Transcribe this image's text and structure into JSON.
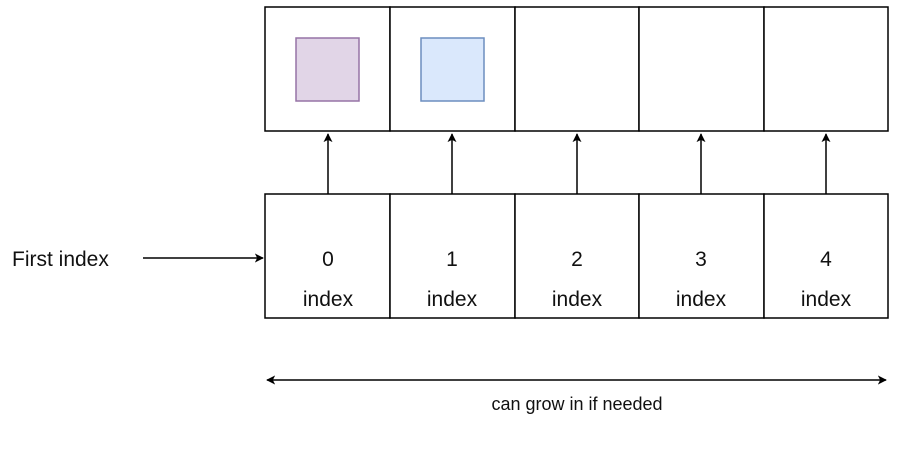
{
  "diagram": {
    "first_index_label": "First index",
    "growth_label": "can grow in if needed",
    "index_word": "index",
    "slots": [
      {
        "index": "0",
        "value_color": "#e1d5e7",
        "value_border": "#9673a6",
        "has_value": true
      },
      {
        "index": "1",
        "value_color": "#dae8fc",
        "value_border": "#6c8ebf",
        "has_value": true
      },
      {
        "index": "2",
        "has_value": false
      },
      {
        "index": "3",
        "has_value": false
      },
      {
        "index": "4",
        "has_value": false
      }
    ]
  }
}
